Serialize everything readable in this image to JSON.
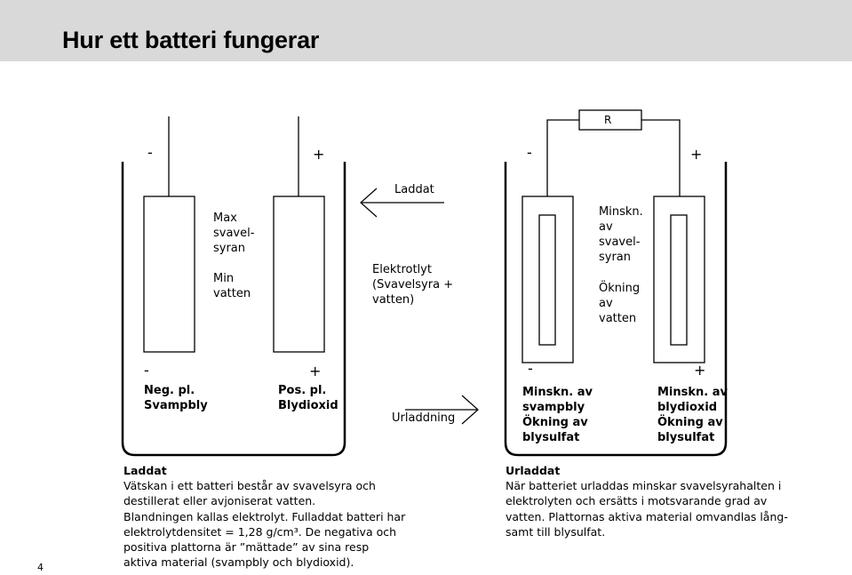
{
  "page": {
    "title": "Hur ett batteri fungerar",
    "page_number": "4"
  },
  "charged": {
    "neg_top_sign": "-",
    "pos_top_sign": "+",
    "level_max": [
      "Max",
      "svavel-",
      "syran"
    ],
    "level_min": [
      "Min",
      "vatten"
    ],
    "neg_sign": "-",
    "pos_sign": "+",
    "neg_label": [
      "Neg. pl.",
      "Svampbly"
    ],
    "pos_label": [
      "Pos. pl.",
      "Blydioxid"
    ]
  },
  "middle": {
    "charge_label": "Laddat",
    "electrolyte": [
      "Elektrotlyt",
      "(Svavelsyra +",
      "vatten)"
    ],
    "discharge_label": "Urladdning"
  },
  "discharged": {
    "resistor": "R",
    "neg_top_sign": "-",
    "pos_top_sign": "+",
    "info": [
      "Minskn.",
      "av",
      "svavel-",
      "syran"
    ],
    "info2": [
      "Ökning",
      "av",
      "vatten"
    ],
    "neg_sign": "-",
    "pos_sign": "+",
    "neg_label": [
      "Minskn. av",
      "svampbly",
      "Ökning av",
      "blysulfat"
    ],
    "pos_label": [
      "Minskn. av",
      "blydioxid",
      "Ökning av",
      "blysulfat"
    ]
  },
  "text_left": {
    "heading": "Laddat",
    "lines": [
      "Vätskan i ett batteri består av svavelsyra och",
      "destillerat eller avjoniserat vatten.",
      "Blandningen kallas elektrolyt. Fulladdat batteri har",
      "elektrolytdensitet = 1,28 g/cm³. De negativa och",
      "positiva plattorna är ”mättade” av sina resp",
      "aktiva material (svampbly och blydioxid)."
    ]
  },
  "text_right": {
    "heading": "Urladdat",
    "lines": [
      "När batteriet urladdas minskar svavelsyrahalten i",
      "elektrolyten och ersätts i motsvarande grad av",
      "vatten. Plattornas aktiva material omvandlas lång-",
      "samt till blysulfat."
    ]
  }
}
